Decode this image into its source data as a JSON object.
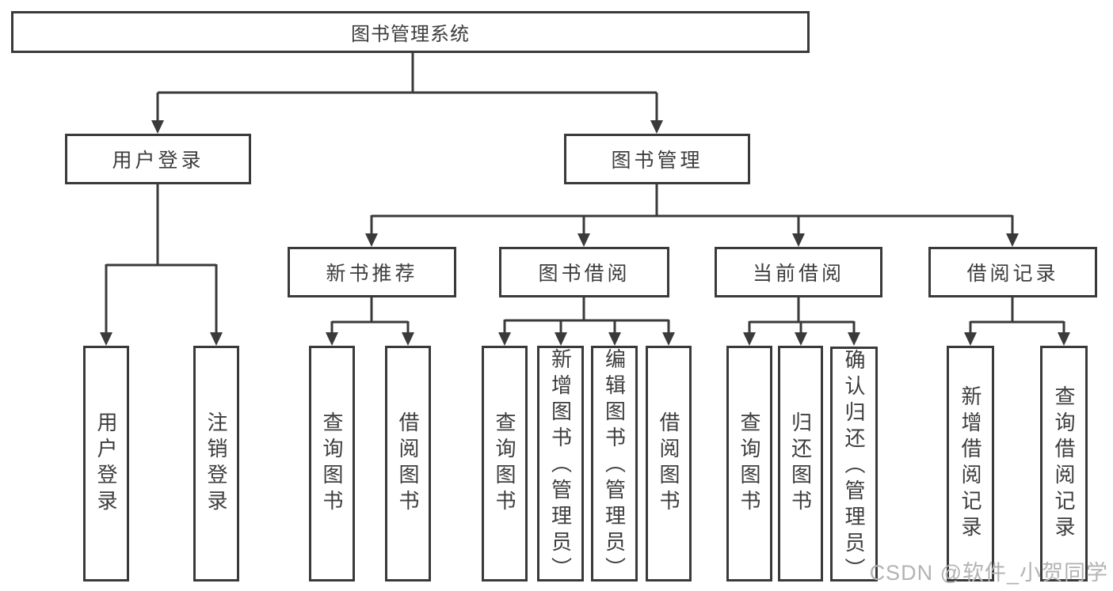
{
  "diagram": {
    "root": {
      "label": "图书管理系统"
    },
    "user_branch": {
      "label": "用户登录",
      "leaves": [
        "用户登录",
        "注销登录"
      ]
    },
    "book_branch": {
      "label": "图书管理",
      "groups": [
        {
          "label": "新书推荐",
          "leaves": [
            "查询图书",
            "借阅图书"
          ]
        },
        {
          "label": "图书借阅",
          "leaves": [
            "查询图书",
            "新增图书（管理员）",
            "编辑图书（管理员）",
            "借阅图书"
          ]
        },
        {
          "label": "当前借阅",
          "leaves": [
            "查询图书",
            "归还图书",
            "确认归还（管理员）"
          ]
        },
        {
          "label": "借阅记录",
          "leaves": [
            "新增借阅记录",
            "查询借阅记录"
          ]
        }
      ]
    },
    "watermark": "CSDN @软件_小贺同学",
    "colors": {
      "line": "#3a3a3a",
      "box_border": "#3a3a3a",
      "text": "#3d3d3d",
      "watermark": "#b3b3b3",
      "background": "#ffffff"
    }
  }
}
